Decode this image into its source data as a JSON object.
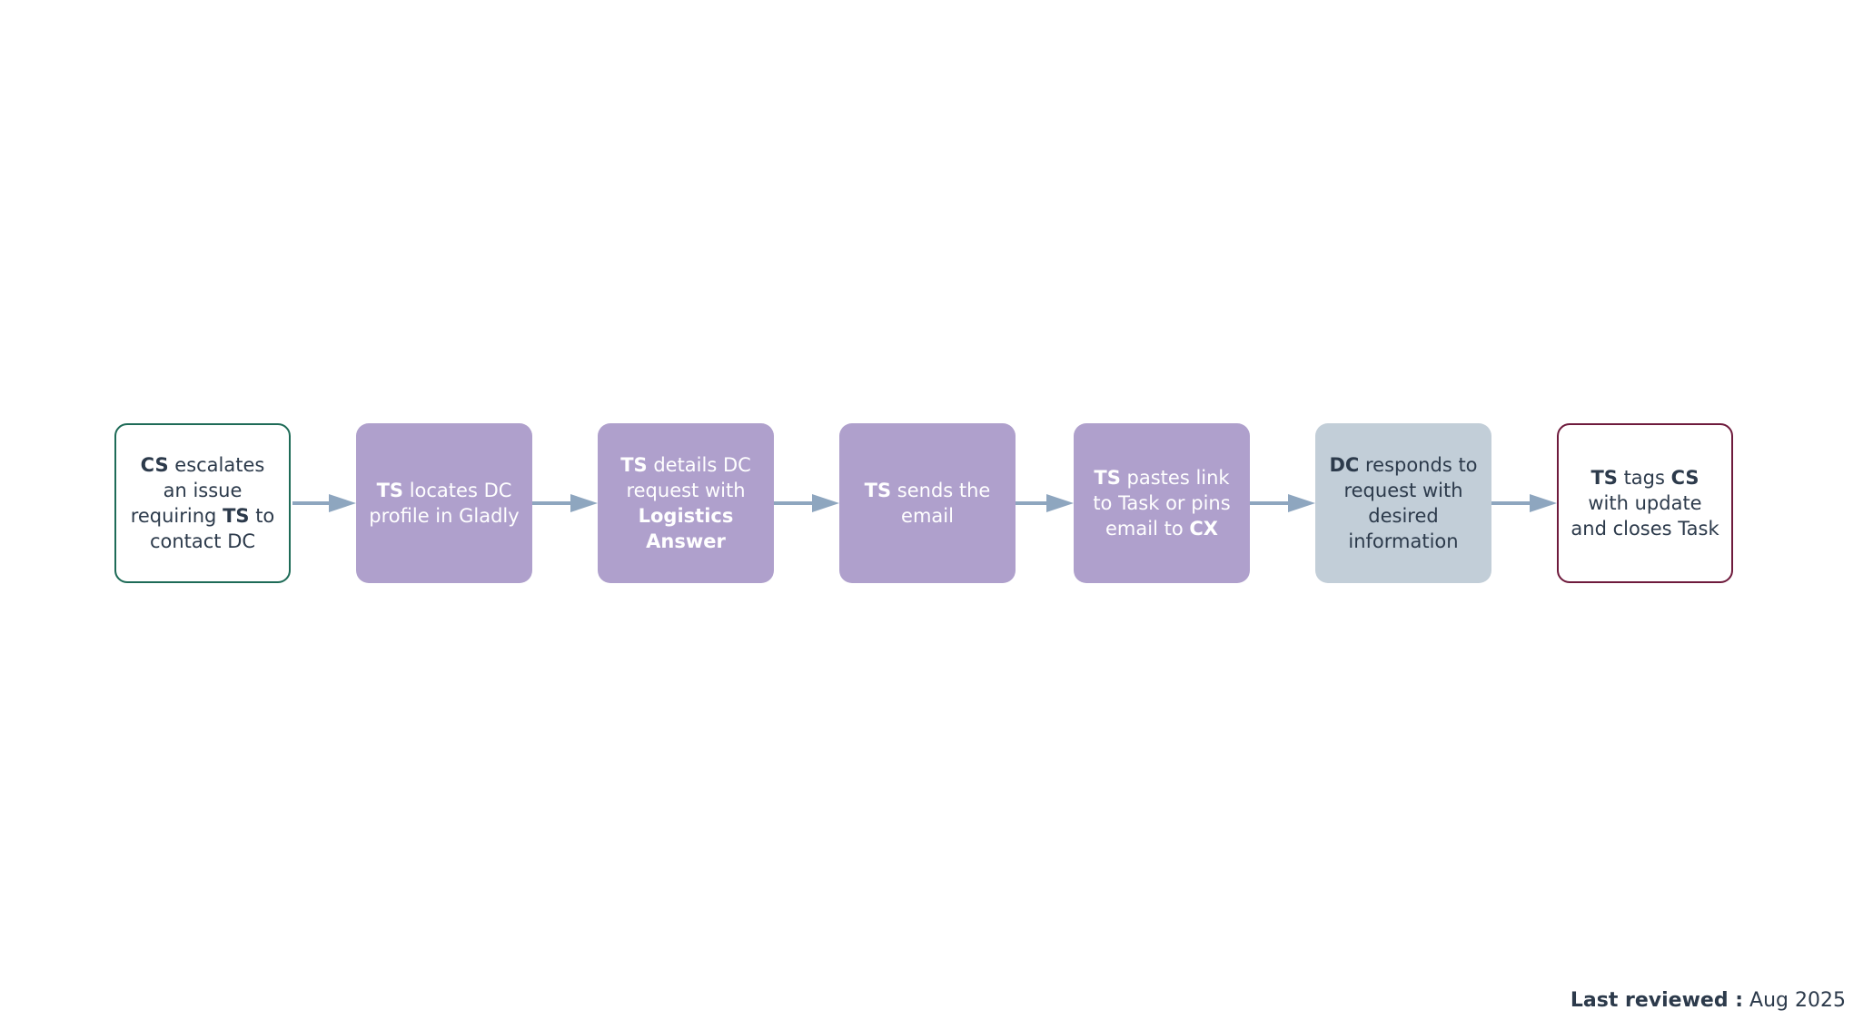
{
  "steps": [
    {
      "parts": [
        {
          "text": "CS",
          "bold": true
        },
        {
          "text": " escalates an issue requiring "
        },
        {
          "text": "TS",
          "bold": true
        },
        {
          "text": " to contact DC"
        }
      ]
    },
    {
      "parts": [
        {
          "text": "TS",
          "bold": true
        },
        {
          "text": " locates DC profile in Gladly"
        }
      ]
    },
    {
      "parts": [
        {
          "text": "TS",
          "bold": true
        },
        {
          "text": " details DC request with "
        },
        {
          "text": "Logistics Answer",
          "bold": true
        }
      ]
    },
    {
      "parts": [
        {
          "text": "TS",
          "bold": true
        },
        {
          "text": " sends the email"
        }
      ]
    },
    {
      "parts": [
        {
          "text": "TS",
          "bold": true
        },
        {
          "text": " pastes link to Task or pins email to "
        },
        {
          "text": "CX",
          "bold": true
        }
      ]
    },
    {
      "parts": [
        {
          "text": "DC",
          "bold": true
        },
        {
          "text": " responds to request with desired information"
        }
      ]
    },
    {
      "parts": [
        {
          "text": "TS",
          "bold": true
        },
        {
          "text": " tags "
        },
        {
          "text": "CS",
          "bold": true
        },
        {
          "text": " with update and closes Task"
        }
      ]
    }
  ],
  "colors": {
    "outline_green": "#1e6b57",
    "purple_fill": "#afa0cc",
    "gray_fill": "#c2ced8",
    "outline_maroon": "#6e1a3c",
    "arrow": "#8ea6bf",
    "text_dark": "#2c3a4b"
  },
  "footer": {
    "label": "Last reviewed :",
    "value": "Aug 2025"
  }
}
